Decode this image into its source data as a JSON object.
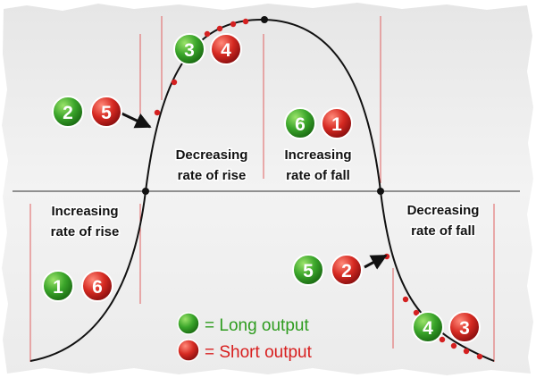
{
  "phases": {
    "increasing_rise": [
      "Increasing",
      "rate of rise"
    ],
    "decreasing_rise": [
      "Decreasing",
      "rate of rise"
    ],
    "increasing_fall": [
      "Increasing",
      "rate of fall"
    ],
    "decreasing_fall": [
      "Decreasing",
      "rate of fall"
    ]
  },
  "badges": {
    "b16": {
      "green": "1",
      "red": "6"
    },
    "b25": {
      "green": "2",
      "red": "5"
    },
    "b34": {
      "green": "3",
      "red": "4"
    },
    "b61": {
      "green": "6",
      "red": "1"
    },
    "b52": {
      "green": "5",
      "red": "2"
    },
    "b43": {
      "green": "4",
      "red": "3"
    }
  },
  "legend": {
    "long_label": "= Long output",
    "short_label": "= Short output",
    "long_color": "#2e9c1f",
    "short_color": "#d81e1e"
  }
}
